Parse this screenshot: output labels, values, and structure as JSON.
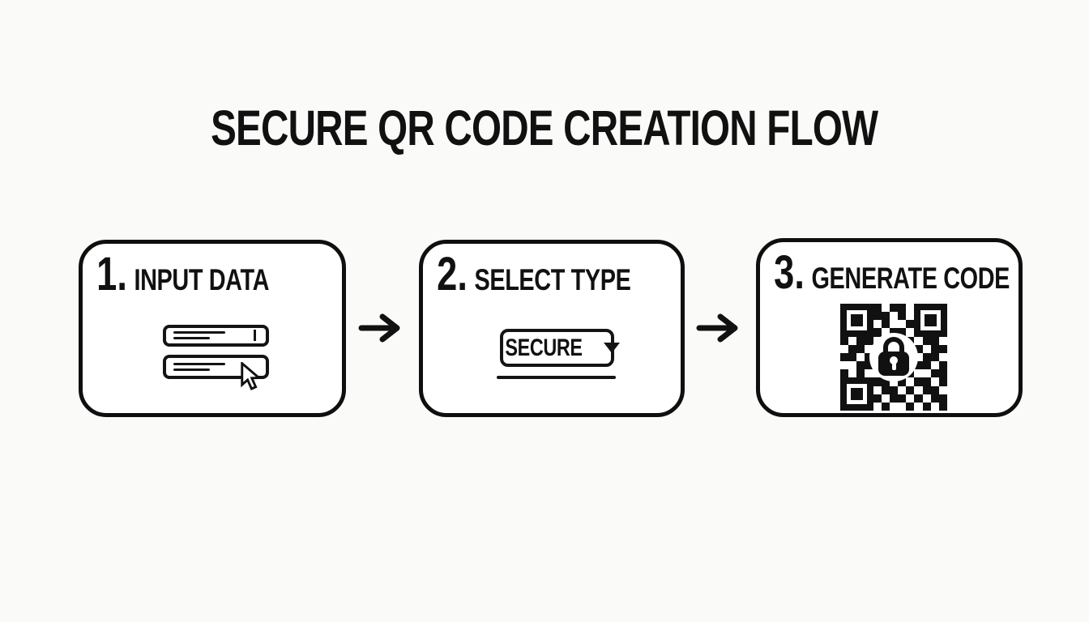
{
  "title": "SECURE QR CODE CREATION FLOW",
  "steps": [
    {
      "number": "1.",
      "label": "INPUT DATA"
    },
    {
      "number": "2.",
      "label": "SELECT TYPE",
      "dropdown_value": "SECURE"
    },
    {
      "number": "3.",
      "label": "GENERATE CODE"
    }
  ],
  "icons": {
    "arrow": "right-arrow",
    "step1": [
      "text-field-with-caret",
      "text-field-with-mouse-pointer"
    ],
    "step2": [
      "dropdown-with-caret-down"
    ],
    "step3": [
      "qr-code-with-lock"
    ]
  },
  "colors": {
    "ink": "#111111",
    "background": "#fafaf8",
    "card_background": "#ffffff"
  },
  "qr": {
    "matrix": [
      "0000101100000",
      "0000110100000",
      "0000010010000",
      "0000101100000",
      "1011010010110",
      "0110100001011",
      "1101000000110",
      "0011000001101",
      "1010010010011",
      "0000110101101",
      "0000011010110",
      "0000101101011",
      "0000010010101"
    ]
  }
}
